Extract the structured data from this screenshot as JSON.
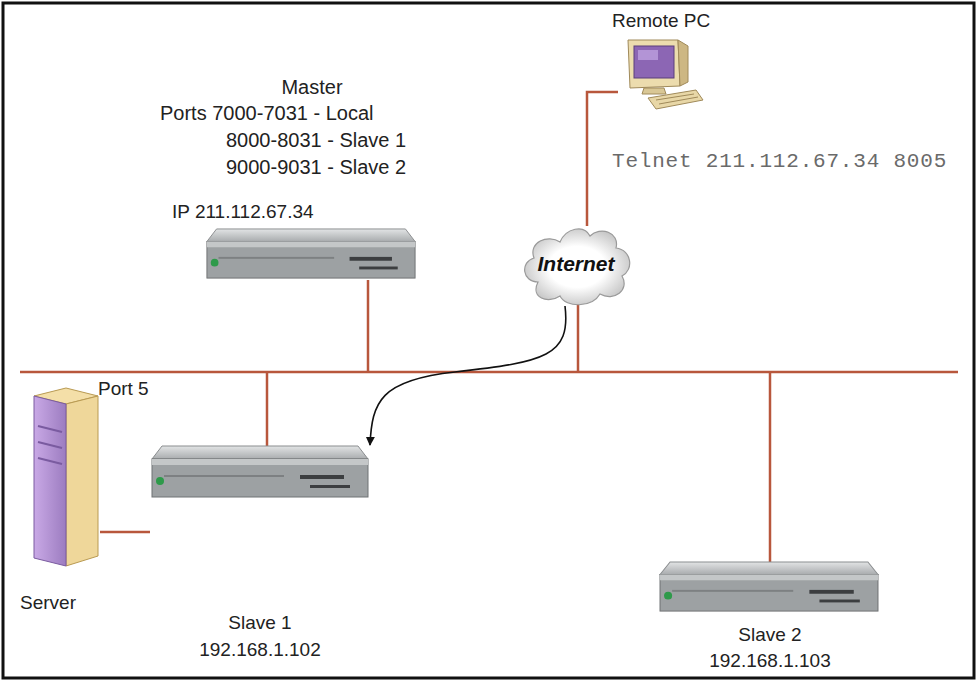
{
  "diagram": {
    "nodes": [
      {
        "text": [
          "Remote PC",
          "Telnet 211.112.67.34 8005"
        ]
      },
      {
        "text": [
          "Master",
          "Ports 7000-7031 - Local",
          "8000-8031 - Slave 1",
          "9000-9031 - Slave 2",
          "IP 211.112.67.34"
        ]
      },
      {
        "text": [
          "Internet"
        ]
      },
      {
        "text": [
          "Server"
        ]
      },
      {
        "text": [
          "Slave 1",
          "192.168.1.102"
        ]
      },
      {
        "text": [
          "Slave 2",
          "192.168.1.103"
        ]
      }
    ],
    "edges": [
      {
        "from": 0,
        "to": 2,
        "arrow": "none"
      },
      {
        "from": 2,
        "to": 4,
        "arrow": "to"
      },
      {
        "from": 3,
        "to": 4,
        "label": "Port 5",
        "arrow": "none"
      }
    ]
  }
}
